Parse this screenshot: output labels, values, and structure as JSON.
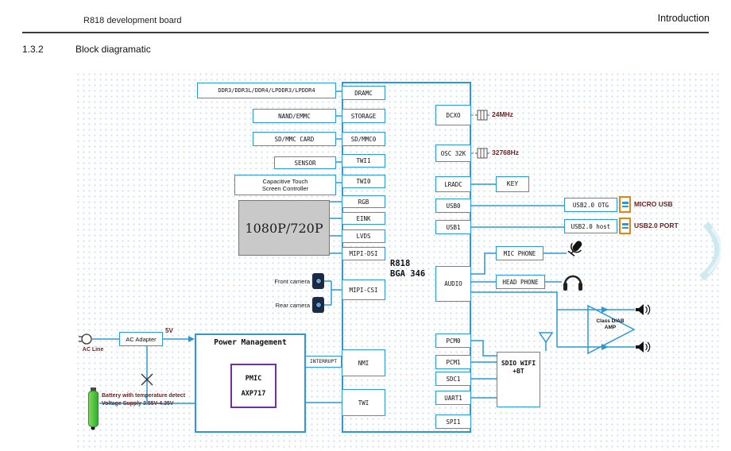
{
  "page": {
    "header_left": "R818 development board",
    "header_right": "Introduction",
    "section_number": "1.3.2",
    "section_title": "Block diagramatic"
  },
  "soc": {
    "name_line1": "R818",
    "name_line2": "BGA 346",
    "left_ports": [
      "DRAMC",
      "STORAGE",
      "SD/MMC0",
      "TWI1",
      "TWI0",
      "RGB",
      "EINK",
      "LVDS",
      "MIPI-DSI",
      "MIPI-CSI",
      "NMI",
      "TWI"
    ],
    "right_ports": [
      "DCXO",
      "OSC 32K",
      "LRADC",
      "USB0",
      "USB1",
      "AUDIO",
      "PCM0",
      "PCM1",
      "SDC1",
      "UART1",
      "SPI1"
    ]
  },
  "memory_display": {
    "ddr": "DDR3/DDR3L/DDR4/LPDDR3/LPDDR4",
    "nand": "NAND/EMMC",
    "sd_card": "SD/MMC CARD",
    "sensor": "SENSOR",
    "touch_line1": "Capacitive Touch",
    "touch_line2": "Screen Controller",
    "display_panel": "1080P/720P",
    "front_camera": "Front camera",
    "rear_camera": "Rear camera"
  },
  "clocks": {
    "crystal_24m": "24MHz",
    "crystal_32k": "32768Hz"
  },
  "right_side": {
    "key": "KEY",
    "usb_otg": "USB2.0 OTG",
    "micro_usb": "MICRO USB",
    "usb_host": "USB2.0 host",
    "usb_port": "USB2.0 PORT",
    "mic_phone": "MIC PHONE",
    "head_phone": "HEAD PHONE",
    "amp_line1": "Class D/AB",
    "amp_line2": "AMP",
    "wifi_line1": "SDIO WIFI",
    "wifi_line2": "+BT"
  },
  "power": {
    "ac_line": "AC Line",
    "ac_adapter": "AC Adapter",
    "voltage_5v": "5V",
    "pm_title": "Power Management",
    "pmic_name": "PMIC",
    "pmic_model": "AXP717",
    "interrupt": "INTERRUPT",
    "battery_line1": "Battery with temperature detect",
    "battery_line2": "Voltage Supply 3.55V-4.35V"
  },
  "colors": {
    "wire_blue": "#2b99d8",
    "connector_orange": "#e8820c",
    "pmic_purple": "#7030a0",
    "label_maroon": "#6d1f1f",
    "battery_green": "#3cb93c",
    "panel_gray": "#c9c9c9"
  }
}
